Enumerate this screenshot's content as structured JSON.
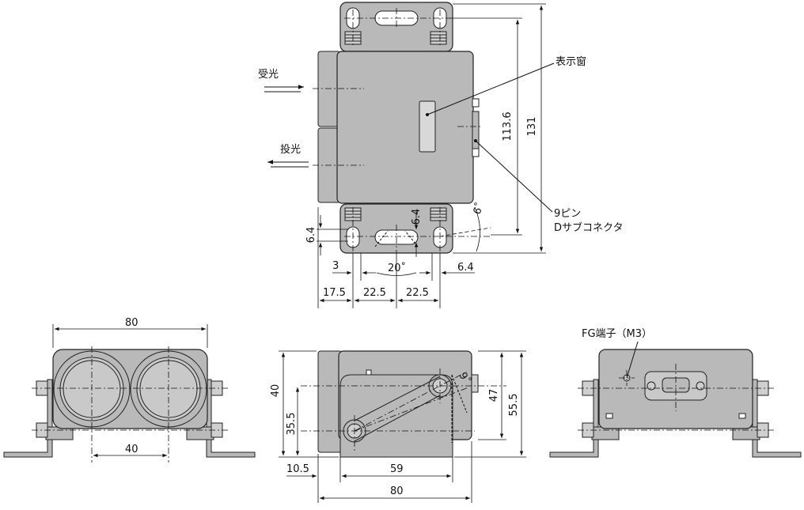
{
  "colors": {
    "body_fill": "#b9b9b9",
    "body_stroke": "#222222",
    "line": "#111111",
    "background": "#ffffff"
  },
  "top_view": {
    "labels": {
      "receive": "受光",
      "emit": "投光",
      "display_window": "表示窗",
      "connector_line1": "9ピン",
      "connector_line2": "Dサブコネクタ"
    },
    "dims": {
      "h_113_6": "113.6",
      "h_131": "131",
      "d_6_4_left": "6.4",
      "d_6_4_mid": "6.4",
      "d_6_4_right": "6.4",
      "d_3": "3",
      "angle_20": "20˚",
      "angle_6": "6˚",
      "d_17_5": "17.5",
      "d_22_5_a": "22.5",
      "d_22_5_b": "22.5"
    }
  },
  "front_view": {
    "dims": {
      "width_80": "80",
      "pitch_40": "40"
    }
  },
  "side_view": {
    "dims": {
      "h_40": "40",
      "h_35_5": "35.5",
      "h_47": "47",
      "h_55_5": "55.5",
      "d_10_5": "10.5",
      "d_59": "59",
      "d_80": "80",
      "angle_9": "9˚"
    }
  },
  "rear_view": {
    "labels": {
      "fg_terminal": "FG端子（M3）"
    }
  }
}
